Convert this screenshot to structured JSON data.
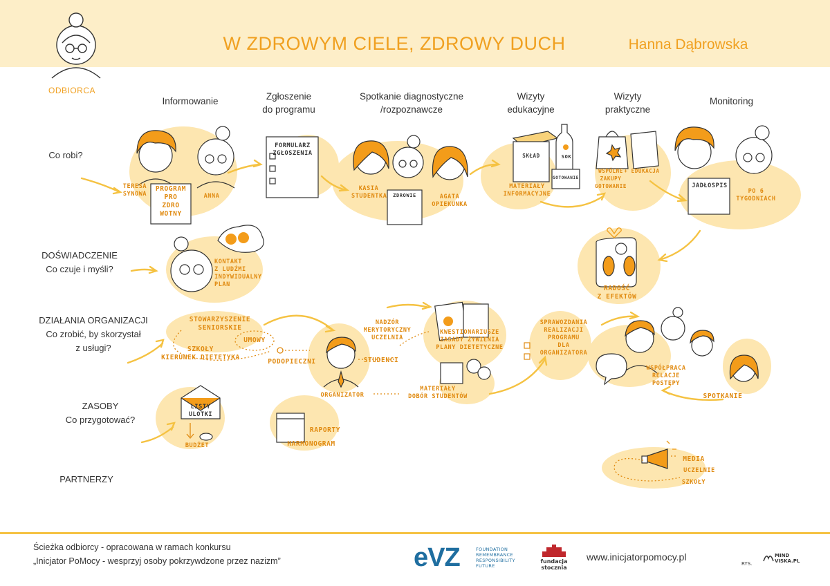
{
  "header": {
    "title": "W ZDROWYM CIELE, ZDROWY DUCH",
    "author": "Hanna Dąbrowska",
    "persona_label": "ODBIORCA"
  },
  "stages": [
    "Informowanie",
    "Zgłoszenie\ndo programu",
    "Spotkanie diagnostyczne\n/rozpoznawcze",
    "Wizyty\nedukacyjne",
    "Wizyty\npraktyczne",
    "Monitoring"
  ],
  "rows": [
    "Co robi?",
    "DOŚWIADCZENIE\nCo czuje i myśli?",
    "DZIAŁANIA ORGANIZACJI\nCo zrobić, by skorzystał\nz usługi?",
    "ZASOBY\nCo przygotować?",
    "PARTNERZY"
  ],
  "captions": {
    "teresa": "TERESA\nSYNOWA",
    "program": "PROGRAM\nPRO\nZDRO\nWOTNY",
    "anna": "ANNA",
    "formularz": "FORMULARZ\nZGŁOSZENIA",
    "kasia": "KASIA\nSTUDENTKA",
    "zdrowie": "ZDROWIE",
    "agata": "AGATA\nOPIEKUNKA",
    "sklad": "SKŁAD",
    "sok": "SOK",
    "gotowanie_box": "GOTOWANIE",
    "materialy": "MATERIAŁY\nINFORMACYJNE",
    "wspolne": "WSPÓLNE\nZAKUPY\nGOTOWANIE",
    "edukacja": "+ EDUKACJA",
    "jadlospis": "JADŁOSPIS",
    "po6": "PO 6\nTYGODNIACH",
    "kontakt": "KONTAKT\nZ LUDŹMI\nINDYWIDUALNY\nPLAN",
    "radosc": "RADOŚĆ\nZ EFEKTÓW",
    "stowarzyszenie": "STOWARZYSZENIE\nSENIORSKIE",
    "umowy": "UMOWY",
    "szkoly_kier": "SZKOŁY\nKIERUNEK DIETETYKA",
    "podopieczni": "PODOPIECZNI",
    "nadzor": "NADZÓR\nMERYTORYCZNY\nUCZELNIA",
    "studenci": "STUDENCI",
    "kwestionariusze": "KWESTIONARIUSZE\nZASADY ŻYWIENIA\nPLANY DIETETYCZNE",
    "organizator": "ORGANIZATOR",
    "materialy_dobor": "MATERIAŁY\nDOBÓR STUDENTÓW",
    "sprawozdania": "SPRAWOZDANIA\nREALIZACJI\nPROGRAMU\nDLA\nORGANIZATORA",
    "wspolpraca": "WSPÓŁPRACA\nRELACJE\nPOSTĘPY",
    "spotkanie": "SPOTKANIE",
    "listy": "LISTY\nULOTKI",
    "budzet": "BUDŻET",
    "raporty": "RAPORTY",
    "harmonogram": "HARMONOGRAM",
    "media": "MEDIA",
    "uczelnie": "UCZELNIE",
    "szkoly": "SZKOŁY"
  },
  "footer": {
    "text": "Ścieżka odbiorcy - opracowana w ramach konkursu\n„Inicjator PoMocy - wesprzyj osoby pokrzywdzone przez nazizm”",
    "evz_logo": "eVZ",
    "evz_sub": "FOUNDATION\nREMEMBRANCE\nRESPONSIBILITY\nFUTURE",
    "fs_text": "fundacja\nstocznia",
    "url": "www.inicjatorpomocy.pl",
    "rys": "RYS.",
    "mindviska": "MIND\nVISKA.PL"
  },
  "colors": {
    "header_band": "#fdeec8",
    "accent": "#f0a020",
    "blob": "#fde6b0",
    "ink_orange": "#e08a10",
    "footer_line": "#f5c242",
    "evz_blue": "#1f6ea0",
    "fs_red": "#c0282d"
  }
}
